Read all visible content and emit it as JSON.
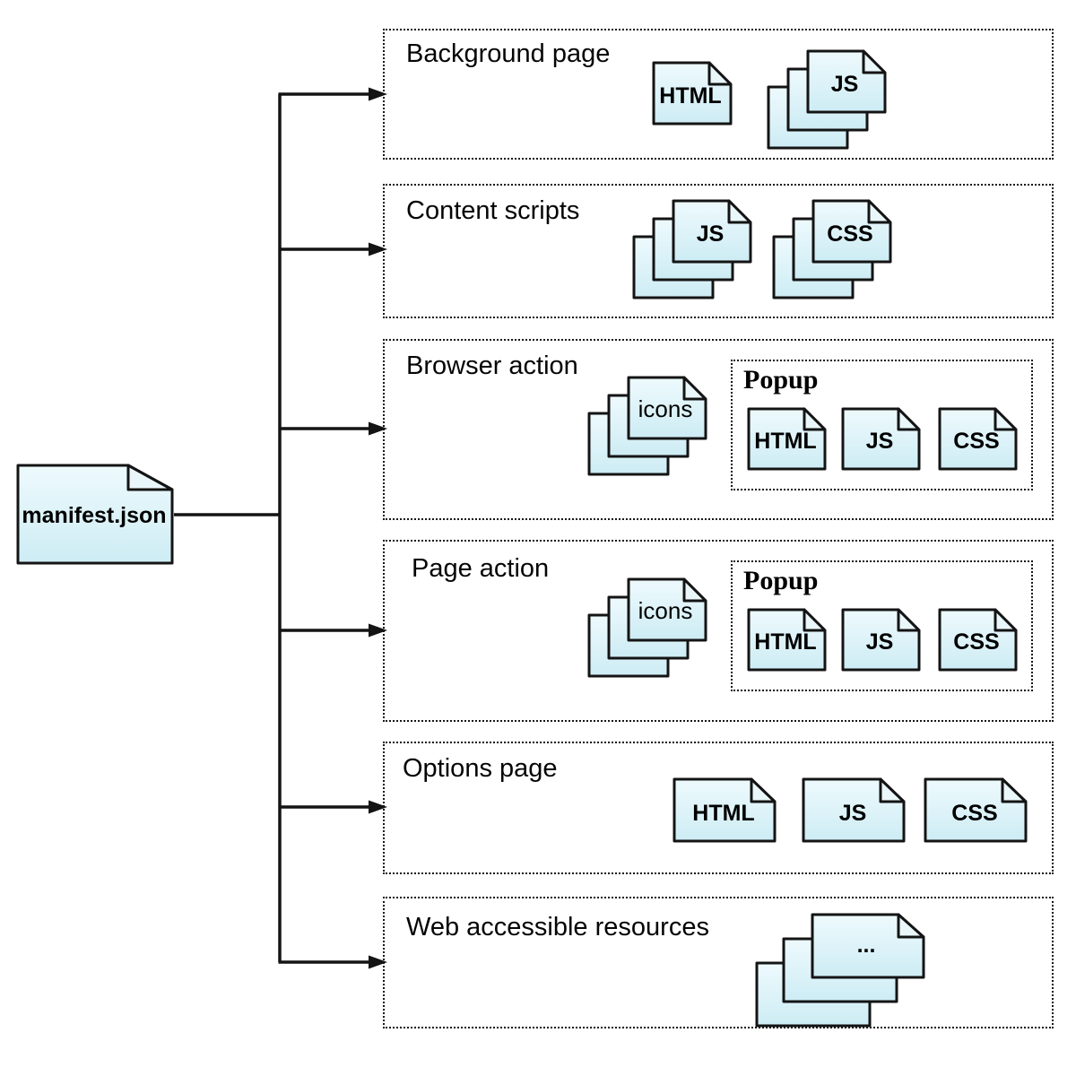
{
  "manifest": {
    "label": "manifest.json"
  },
  "sections": [
    {
      "title": "Background page",
      "files": [
        "HTML",
        "JS"
      ]
    },
    {
      "title": "Content scripts",
      "files": [
        "JS",
        "CSS"
      ]
    },
    {
      "title": "Browser action",
      "icons_stack_label": "icons",
      "popup": {
        "title": "Popup",
        "files": [
          "HTML",
          "JS",
          "CSS"
        ]
      }
    },
    {
      "title": "Page action",
      "icons_stack_label": "icons",
      "popup": {
        "title": "Popup",
        "files": [
          "HTML",
          "JS",
          "CSS"
        ]
      }
    },
    {
      "title": "Options page",
      "files": [
        "HTML",
        "JS",
        "CSS"
      ]
    },
    {
      "title": "Web accessible resources",
      "stack_label": "..."
    }
  ],
  "colors": {
    "file_fill_top": "#eefafd",
    "file_fill_bottom": "#cdecf4",
    "stroke": "#141414"
  }
}
